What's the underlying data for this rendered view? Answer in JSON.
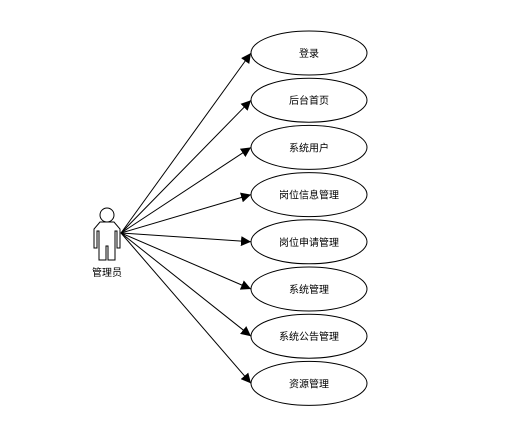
{
  "actor": {
    "label": "管理员",
    "icon": "stick-figure-actor"
  },
  "use_cases": [
    {
      "label": "登录"
    },
    {
      "label": "后台首页"
    },
    {
      "label": "系统用户"
    },
    {
      "label": "岗位信息管理"
    },
    {
      "label": "岗位申请管理"
    },
    {
      "label": "系统管理"
    },
    {
      "label": "系统公告管理"
    },
    {
      "label": "资源管理"
    }
  ],
  "colors": {
    "stroke": "#000000",
    "fill": "#ffffff",
    "text": "#000000"
  }
}
